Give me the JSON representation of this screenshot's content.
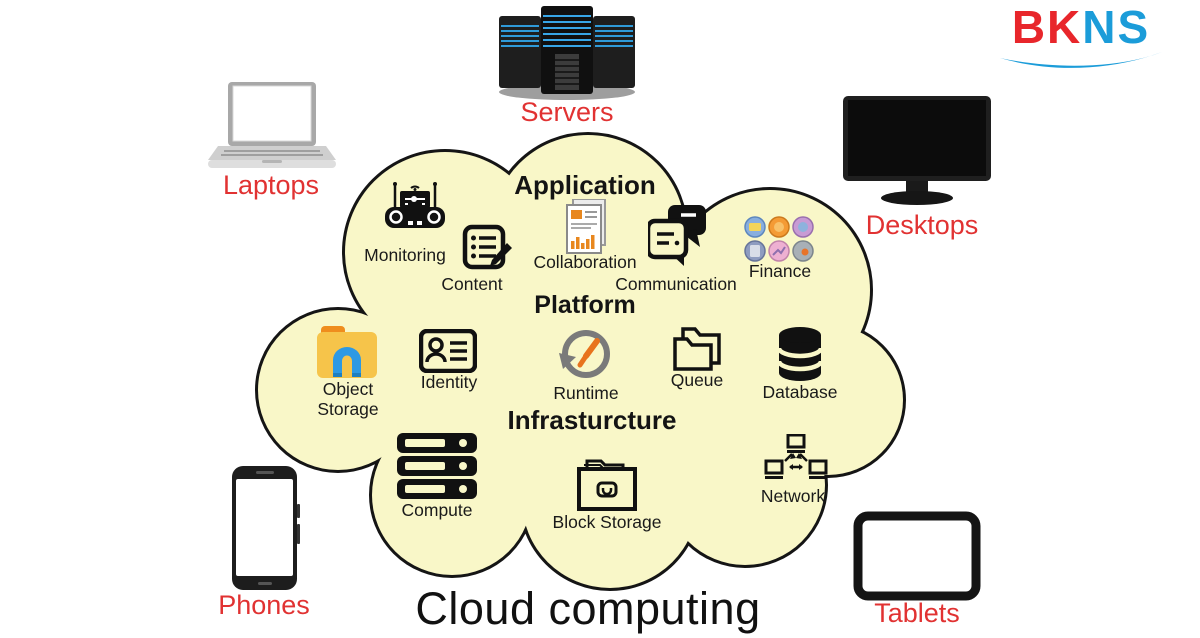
{
  "logo": {
    "red_part": "BK",
    "blue_part": "NS"
  },
  "title": "Cloud computing",
  "devices": {
    "laptops": "Laptops",
    "servers": "Servers",
    "desktops": "Desktops",
    "phones": "Phones",
    "tablets": "Tablets"
  },
  "cloud": {
    "headings": {
      "application": "Application",
      "platform": "Platform",
      "infrastructure": "Infrasturcture"
    },
    "services": {
      "monitoring": "Monitoring",
      "content": "Content",
      "collaboration": "Collaboration",
      "communication": "Communication",
      "finance": "Finance",
      "object_storage": "Object Storage",
      "identity": "Identity",
      "runtime": "Runtime",
      "queue": "Queue",
      "database": "Database",
      "compute": "Compute",
      "block_storage": "Block Storage",
      "network": "Network"
    }
  },
  "icons": {
    "monitoring": "remote-control-device",
    "content": "list-with-pencil",
    "collaboration": "document-with-chart",
    "communication": "chat-bubbles",
    "finance": "colored-coin-grid",
    "object_storage": "folder-with-magnet",
    "identity": "id-card",
    "runtime": "clock-with-refresh-arrow",
    "queue": "stacked-folders",
    "database": "cylinder-stack",
    "compute": "server-rack-bars",
    "block_storage": "storage-drawer",
    "network": "three-connected-computers"
  },
  "colors": {
    "cloud_fill": "#f9f7c8",
    "cloud_outline": "#151515",
    "device_label_red": "#e13232",
    "logo_red": "#e8262b",
    "logo_blue": "#1b9cd9",
    "accent_orange": "#e8871e",
    "accent_blue": "#2d99e3",
    "server_stripe_blue": "#2f9ad8"
  }
}
